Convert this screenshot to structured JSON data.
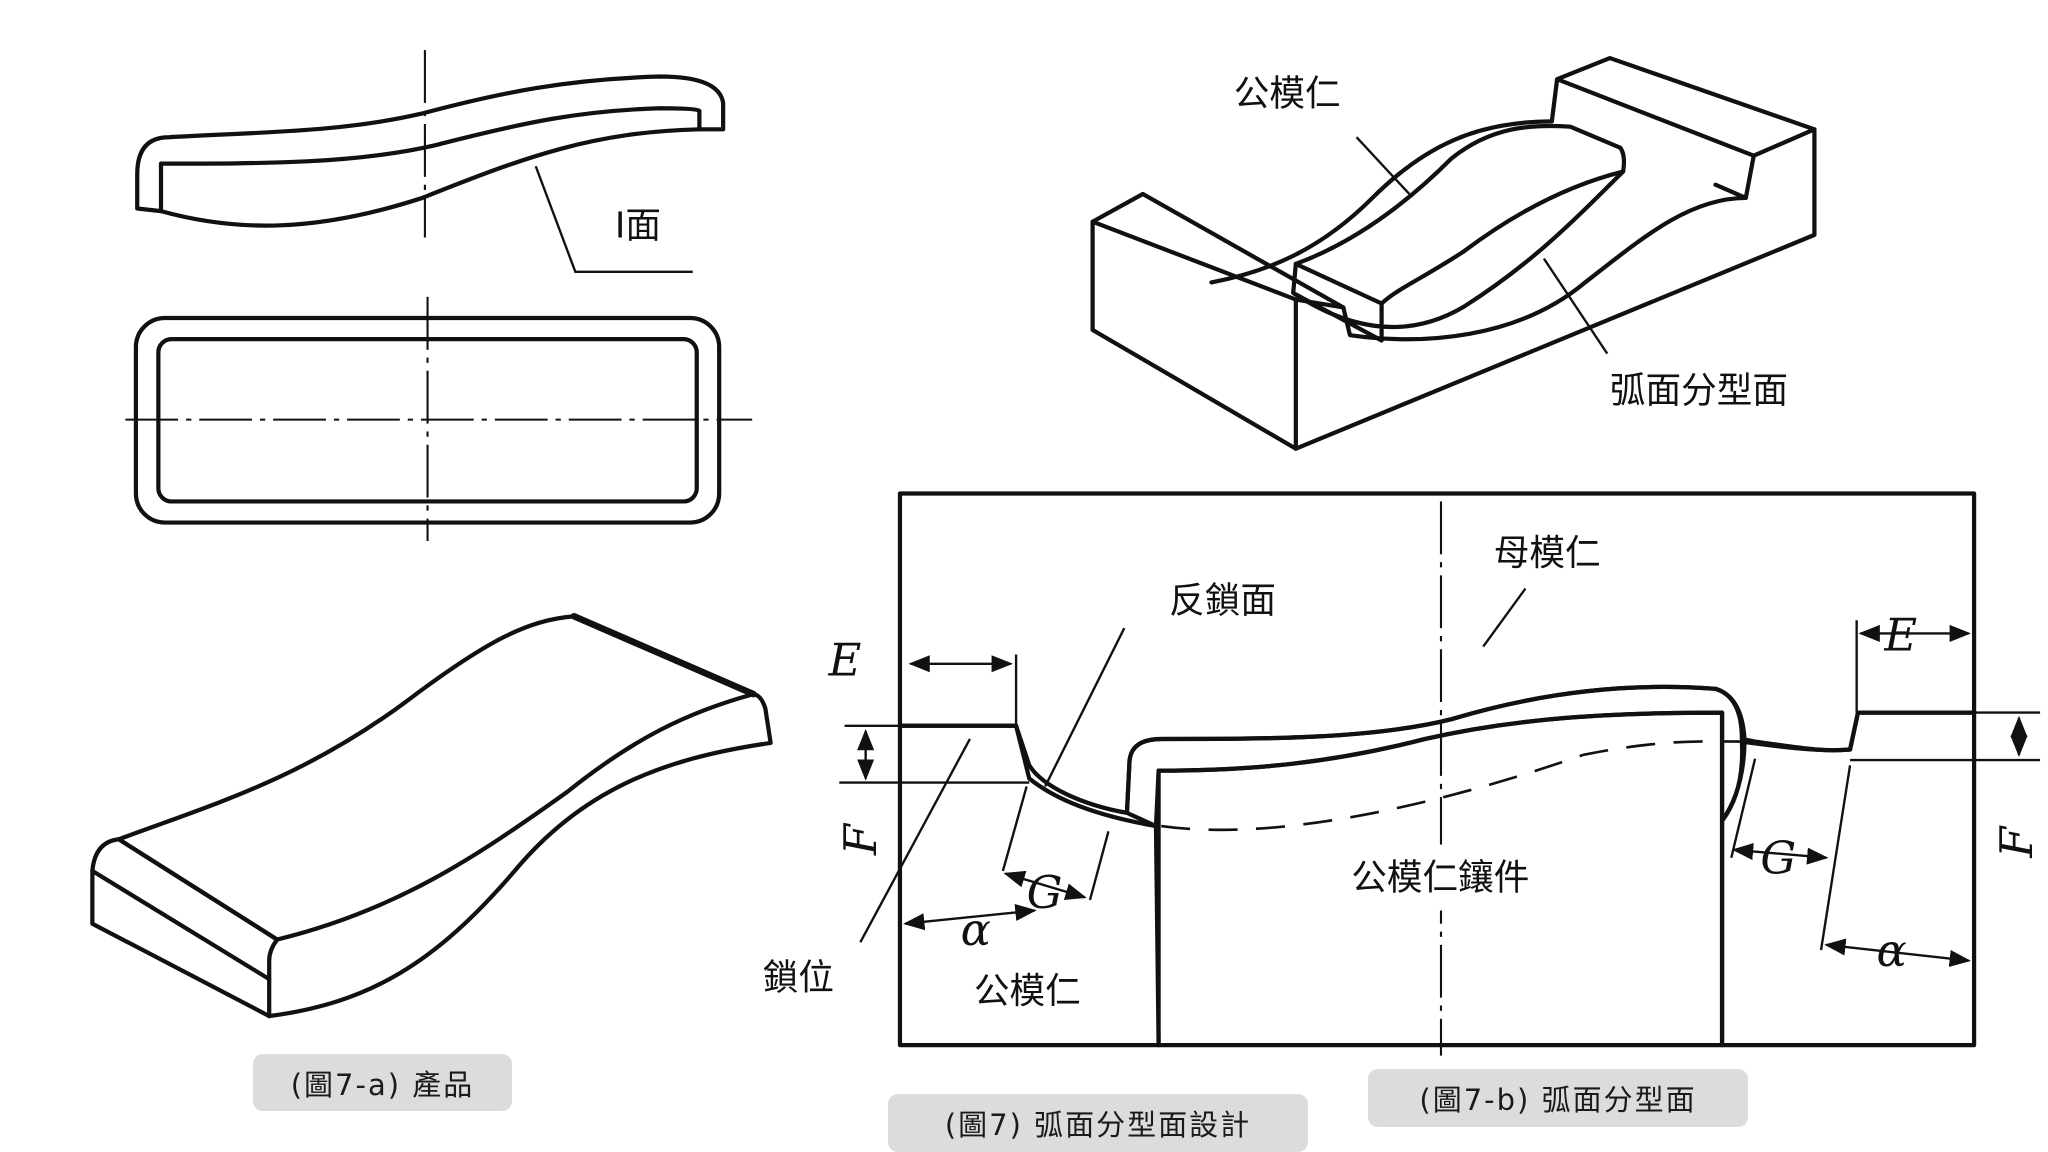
{
  "figure": {
    "title": "(圖7) 弧面分型面設計",
    "panels": [
      {
        "id": "7-a",
        "caption": "(圖7-a) 產品"
      },
      {
        "id": "7-b",
        "caption": "(圖7-b) 弧面分型面"
      }
    ]
  },
  "product_views": {
    "section_label": "I面"
  },
  "core_isometric": {
    "core_label": "公模仁",
    "parting_surface_label": "弧面分型面"
  },
  "mold_section": {
    "cavity_label": "母模仁",
    "reverse_lock_label": "反鎖面",
    "core_insert_label": "公模仁鑲件",
    "core_label": "公模仁",
    "lock_label": "鎖位",
    "dimensions": {
      "E_left": "E",
      "E_right": "E",
      "F_left": "F",
      "F_right": "F",
      "G_left": "G",
      "G_right": "G",
      "alpha_left": "α",
      "alpha_right": "α"
    }
  },
  "colors": {
    "line": "#111111",
    "caption_bg": "#dcdcdc",
    "background": "#ffffff"
  }
}
